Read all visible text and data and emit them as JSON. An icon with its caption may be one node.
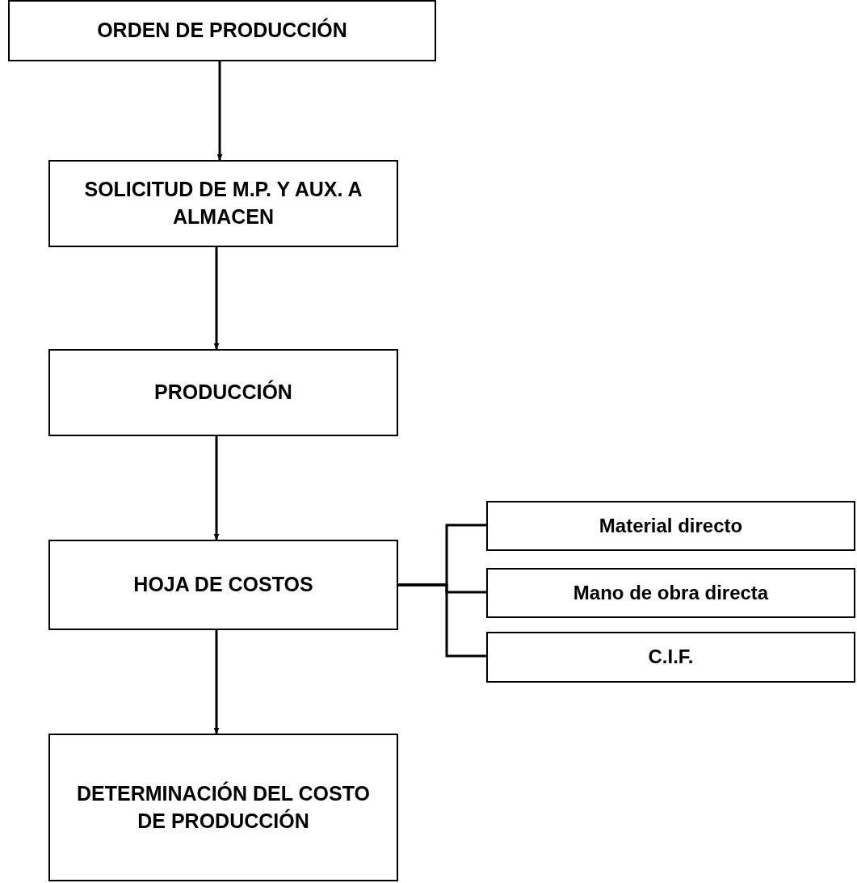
{
  "diagram": {
    "nodes": [
      {
        "text": [
          "ORDEN DE PRODUCCIÓN"
        ]
      },
      {
        "text": [
          "SOLICITUD DE M.P.  Y AUX. A ALMACEN"
        ]
      },
      {
        "text": [
          "PRODUCCIÓN"
        ]
      },
      {
        "text": [
          "HOJA DE COSTOS"
        ]
      },
      {
        "text": [
          "DETERMINACIÓN DEL COSTO DE PRODUCCIÓN"
        ]
      },
      {
        "text": [
          "Material directo"
        ]
      },
      {
        "text": [
          "Mano de obra directa"
        ]
      },
      {
        "text": [
          "C.I.F."
        ]
      }
    ],
    "edges": [
      {
        "from": 0,
        "to": 1,
        "arrow": "to"
      },
      {
        "from": 1,
        "to": 2,
        "arrow": "to"
      },
      {
        "from": 2,
        "to": 3,
        "arrow": "to"
      },
      {
        "from": 3,
        "to": 4,
        "arrow": "to"
      },
      {
        "from": 3,
        "to": 5,
        "arrow": "none"
      },
      {
        "from": 3,
        "to": 6,
        "arrow": "none"
      },
      {
        "from": 3,
        "to": 7,
        "arrow": "none"
      }
    ]
  }
}
